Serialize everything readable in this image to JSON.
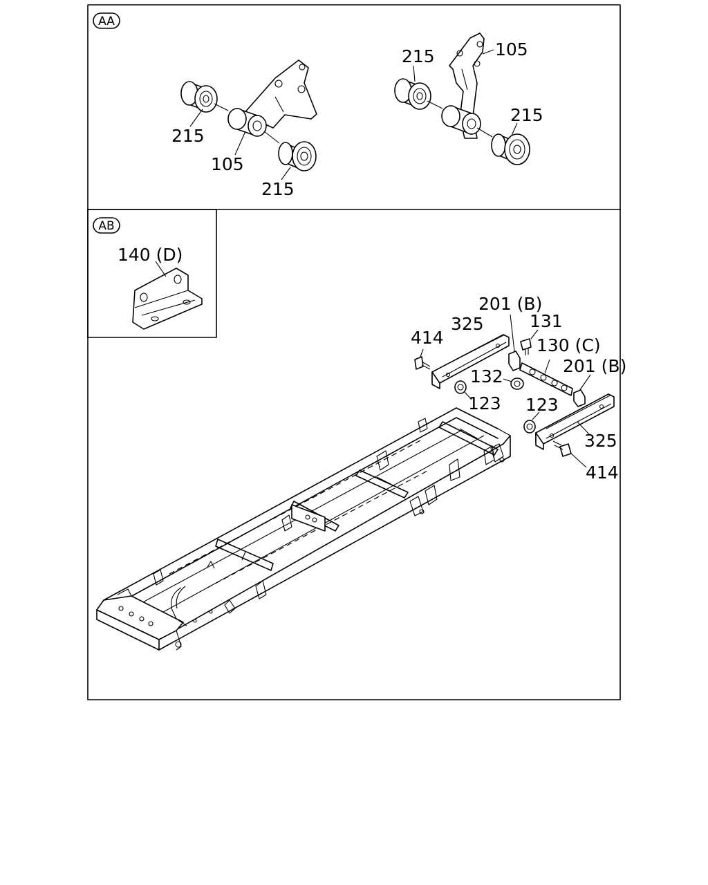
{
  "sections": {
    "aa": {
      "tag": "AA"
    },
    "ab": {
      "tag": "AB"
    }
  },
  "labels": {
    "aa_215_left_top": "215",
    "aa_105_left": "105",
    "aa_215_left_bottom": "215",
    "aa_215_right_top": "215",
    "aa_105_right": "105",
    "aa_215_right_bottom": "215",
    "ab_140": "140 (D)",
    "p201b_top": "201 (B)",
    "p131": "131",
    "p325_top": "325",
    "p414_top": "414",
    "p130c": "130 (C)",
    "p201b_right": "201 (B)",
    "p132": "132",
    "p123_left": "123",
    "p123_right": "123",
    "p325_bottom": "325",
    "p414_bottom": "414"
  }
}
